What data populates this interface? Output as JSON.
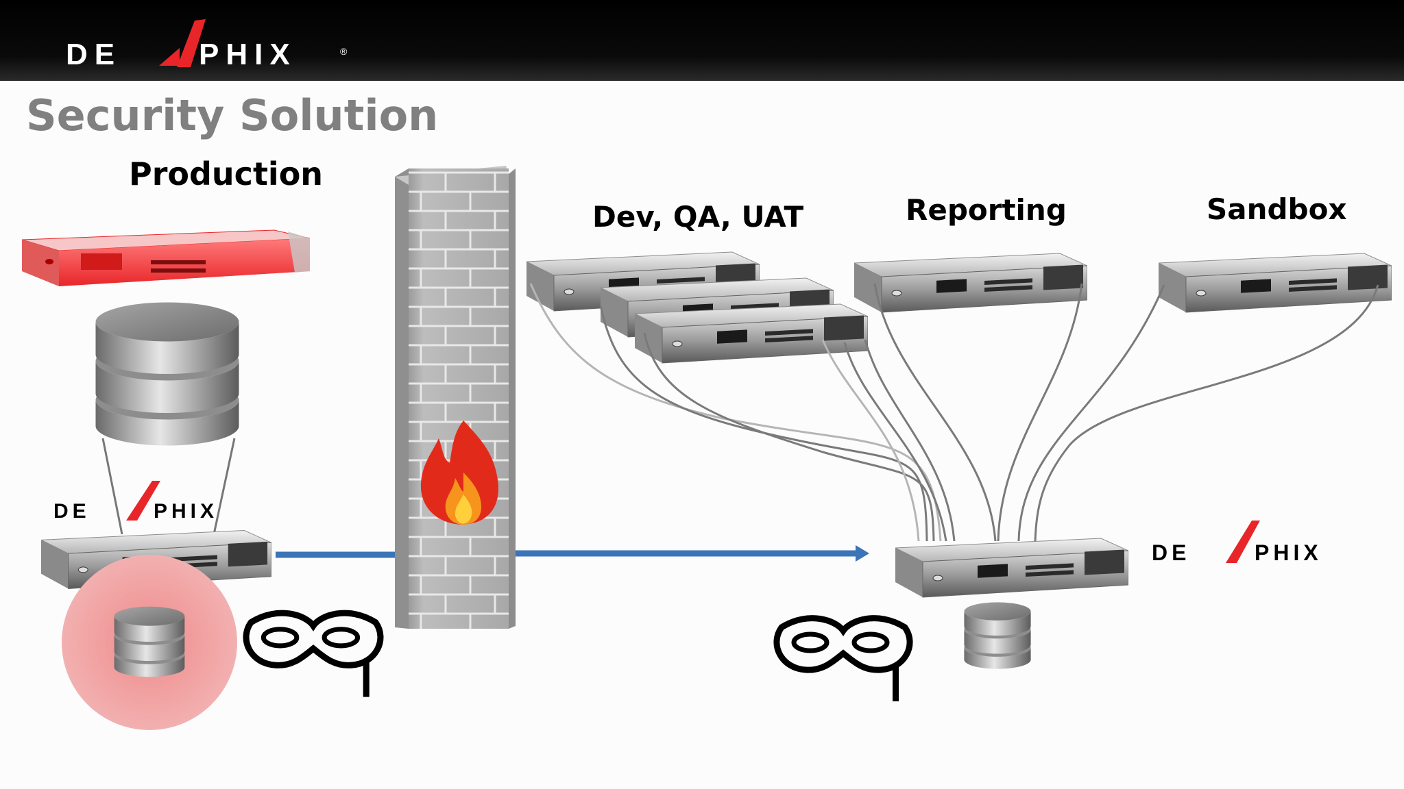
{
  "brand": {
    "logo_letters_left": "DE",
    "logo_letters_right": "PHIX",
    "registered": "®"
  },
  "slide": {
    "title": "Security Solution"
  },
  "labels": {
    "production": "Production",
    "dev": "Dev, QA, UAT",
    "reporting": "Reporting",
    "sandbox": "Sandbox"
  },
  "colors": {
    "accent_red": "#e8262a",
    "arrow_blue": "#3c74b8",
    "title_gray": "#808080",
    "brick_gray": "#a4a4a4"
  },
  "icons": [
    "delphix-logo",
    "server-icon",
    "database-icon",
    "firewall-icon",
    "fire-icon",
    "mask-icon",
    "arrow-icon"
  ]
}
